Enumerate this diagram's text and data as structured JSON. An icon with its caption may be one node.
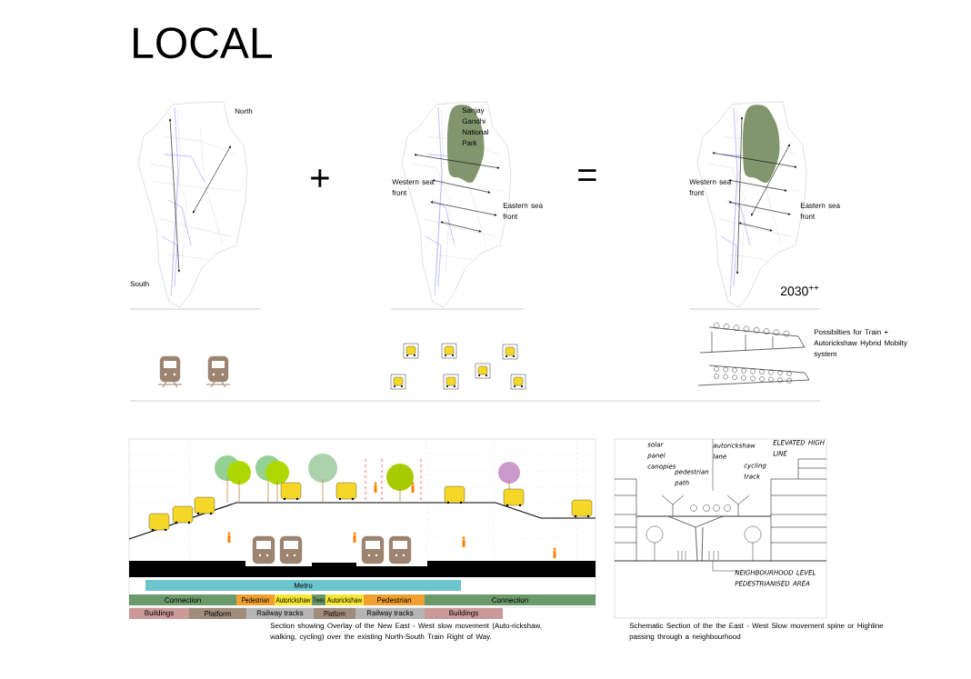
{
  "diagram": {
    "title": "LOCAL",
    "nodes": [
      {
        "text": [
          "Metro"
        ]
      },
      {
        "text": [
          "Connection"
        ]
      },
      {
        "text": [
          "Pedestrian"
        ]
      },
      {
        "text": [
          "Autorickshaw"
        ]
      },
      {
        "text": [
          "Trees"
        ]
      },
      {
        "text": [
          "Autorickshaw"
        ]
      },
      {
        "text": [
          "Pedestrian"
        ]
      },
      {
        "text": [
          "Connection"
        ]
      },
      {
        "text": [
          "Buildings"
        ]
      },
      {
        "text": [
          "Platform"
        ]
      },
      {
        "text": [
          "Railway tracks"
        ]
      },
      {
        "text": [
          "Platform"
        ]
      },
      {
        "text": [
          "Railway tracks"
        ]
      },
      {
        "text": [
          "Buildings"
        ]
      }
    ],
    "labels": [
      "North",
      "South",
      "+",
      "Sanjay Gandhi National Park",
      "Western sea front",
      "Eastern sea front",
      "=",
      "Western sea front",
      "Eastern sea front",
      "2030$^{++}$",
      "Possibilties for Train + Autorickshaw Hybrid Mobilty system",
      "solar panel canopies",
      "pedestrian path",
      "autorickshaw lane",
      "cycling track",
      "ELEVATED HIGH LINE",
      "NEIGHBOURHOOD LEVEL PEDESTRIANISED AREA",
      "Section showing Overlay of the New East - West slow movement (Auto-rickshaw, walking, cycling) over the existing North-South Train Right of Way.",
      "Schematic Section of the the East - West Slow movement spine or Highline passing through a neighbourhood"
    ]
  }
}
